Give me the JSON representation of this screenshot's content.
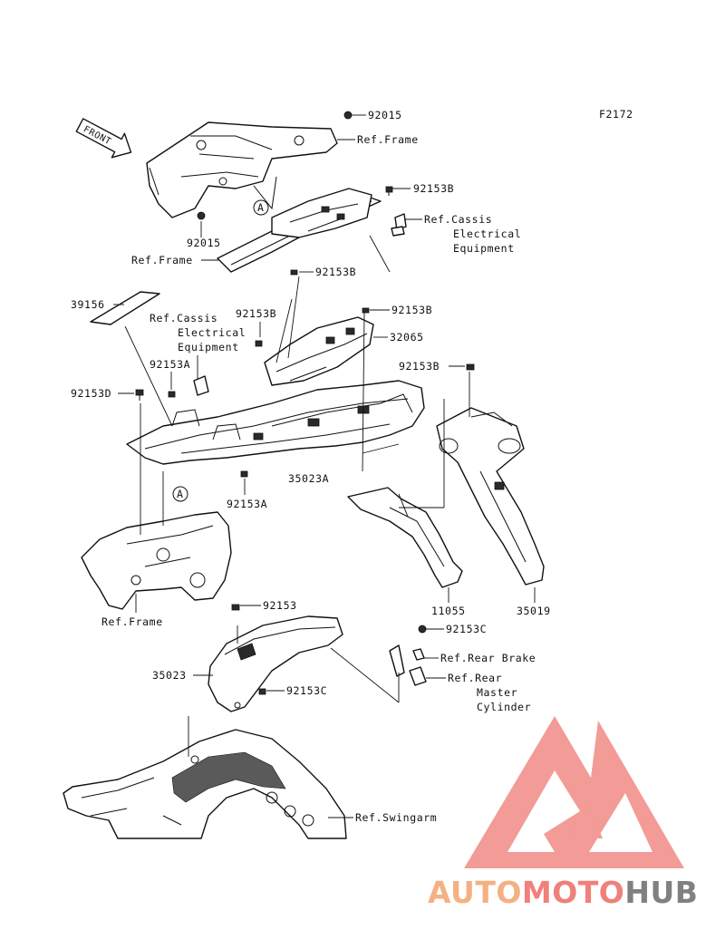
{
  "figure_code": "F2172",
  "front_label": "FRONT",
  "callout_letter": "A",
  "part_numbers": {
    "p92015_top": "92015",
    "p92015_left": "92015",
    "p92153B_1": "92153B",
    "p92153B_2": "92153B",
    "p92153B_3": "92153B",
    "p92153B_4": "92153B",
    "p92153B_5": "92153B",
    "p39156": "39156",
    "p32065": "32065",
    "p92153A_1": "92153A",
    "p92153A_2": "92153A",
    "p92153D": "92153D",
    "p35023A": "35023A",
    "p11055": "11055",
    "p35019": "35019",
    "p92153": "92153",
    "p35023": "35023",
    "p92153C_1": "92153C",
    "p92153C_2": "92153C"
  },
  "references": {
    "frame_top": "Ref.Frame",
    "frame_mid": "Ref.Frame",
    "frame_bottom": "Ref.Frame",
    "cassis_right": [
      "Ref.Cassis",
      "Electrical",
      "Equipment"
    ],
    "cassis_left": [
      "Ref.Cassis",
      "Electrical",
      "Equipment"
    ],
    "rear_brake": "Ref.Rear Brake",
    "rear_master": [
      "Ref.Rear",
      "Master",
      "Cylinder"
    ],
    "swingarm": "Ref.Swingarm"
  },
  "watermark": {
    "part1": "AUTO",
    "part2": "MOTO",
    "part3": "HUB",
    "color_orange": "#f4b183",
    "color_red": "#f0807a",
    "color_gray": "#808080",
    "logo_color": "#f08a86"
  }
}
